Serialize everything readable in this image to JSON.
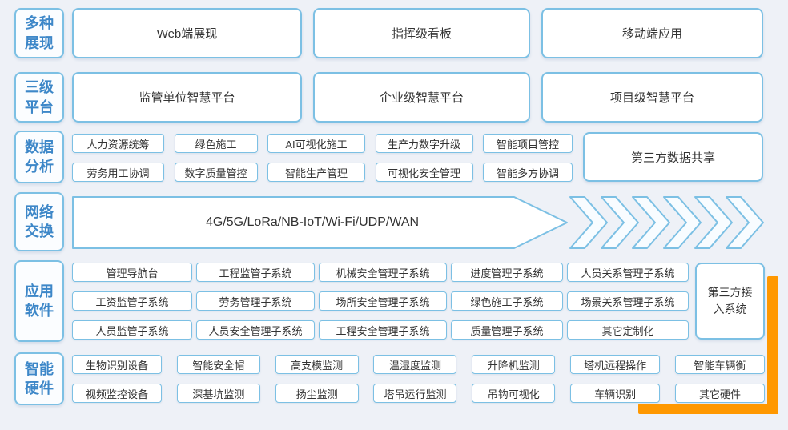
{
  "colors": {
    "background": "#eef1f7",
    "box_border": "#7cc0e4",
    "label_text": "#3d87c8",
    "box_text": "#333333",
    "highlight": "#ff9800"
  },
  "sections": {
    "display": {
      "label": "多种展现",
      "items": [
        "Web端展现",
        "指挥级看板",
        "移动端应用"
      ]
    },
    "platform": {
      "label": "三级平台",
      "items": [
        "监管单位智慧平台",
        "企业级智慧平台",
        "项目级智慧平台"
      ]
    },
    "analysis": {
      "label": "数据分析",
      "row1": [
        "人力资源统筹",
        "绿色施工",
        "AI可视化施工",
        "生产力数字升级",
        "智能项目管控"
      ],
      "row2": [
        "劳务用工协调",
        "数字质量管控",
        "智能生产管理",
        "可视化安全管理",
        "智能多方协调"
      ],
      "side": "第三方数据共享"
    },
    "network": {
      "label": "网络交换",
      "arrow_text": "4G/5G/LoRa/NB-IoT/Wi-Fi/UDP/WAN"
    },
    "software": {
      "label": "应用软件",
      "row1": [
        "管理导航台",
        "工程监管子系统",
        "机械安全管理子系统",
        "进度管理子系统",
        "人员关系管理子系统"
      ],
      "row2": [
        "工资监管子系统",
        "劳务管理子系统",
        "场所安全管理子系统",
        "绿色施工子系统",
        "场景关系管理子系统"
      ],
      "row3": [
        "人员监管子系统",
        "人员安全管理子系统",
        "工程安全管理子系统",
        "质量管理子系统",
        "其它定制化"
      ],
      "side": "第三方接入系统"
    },
    "hardware": {
      "label": "智能硬件",
      "row1": [
        "生物识别设备",
        "智能安全帽",
        "高支模监测",
        "温湿度监测",
        "升降机监测",
        "塔机远程操作",
        "智能车辆衡"
      ],
      "row2": [
        "视频监控设备",
        "深基坑监测",
        "扬尘监测",
        "塔吊运行监测",
        "吊钩可视化",
        "车辆识别",
        "其它硬件"
      ]
    }
  }
}
